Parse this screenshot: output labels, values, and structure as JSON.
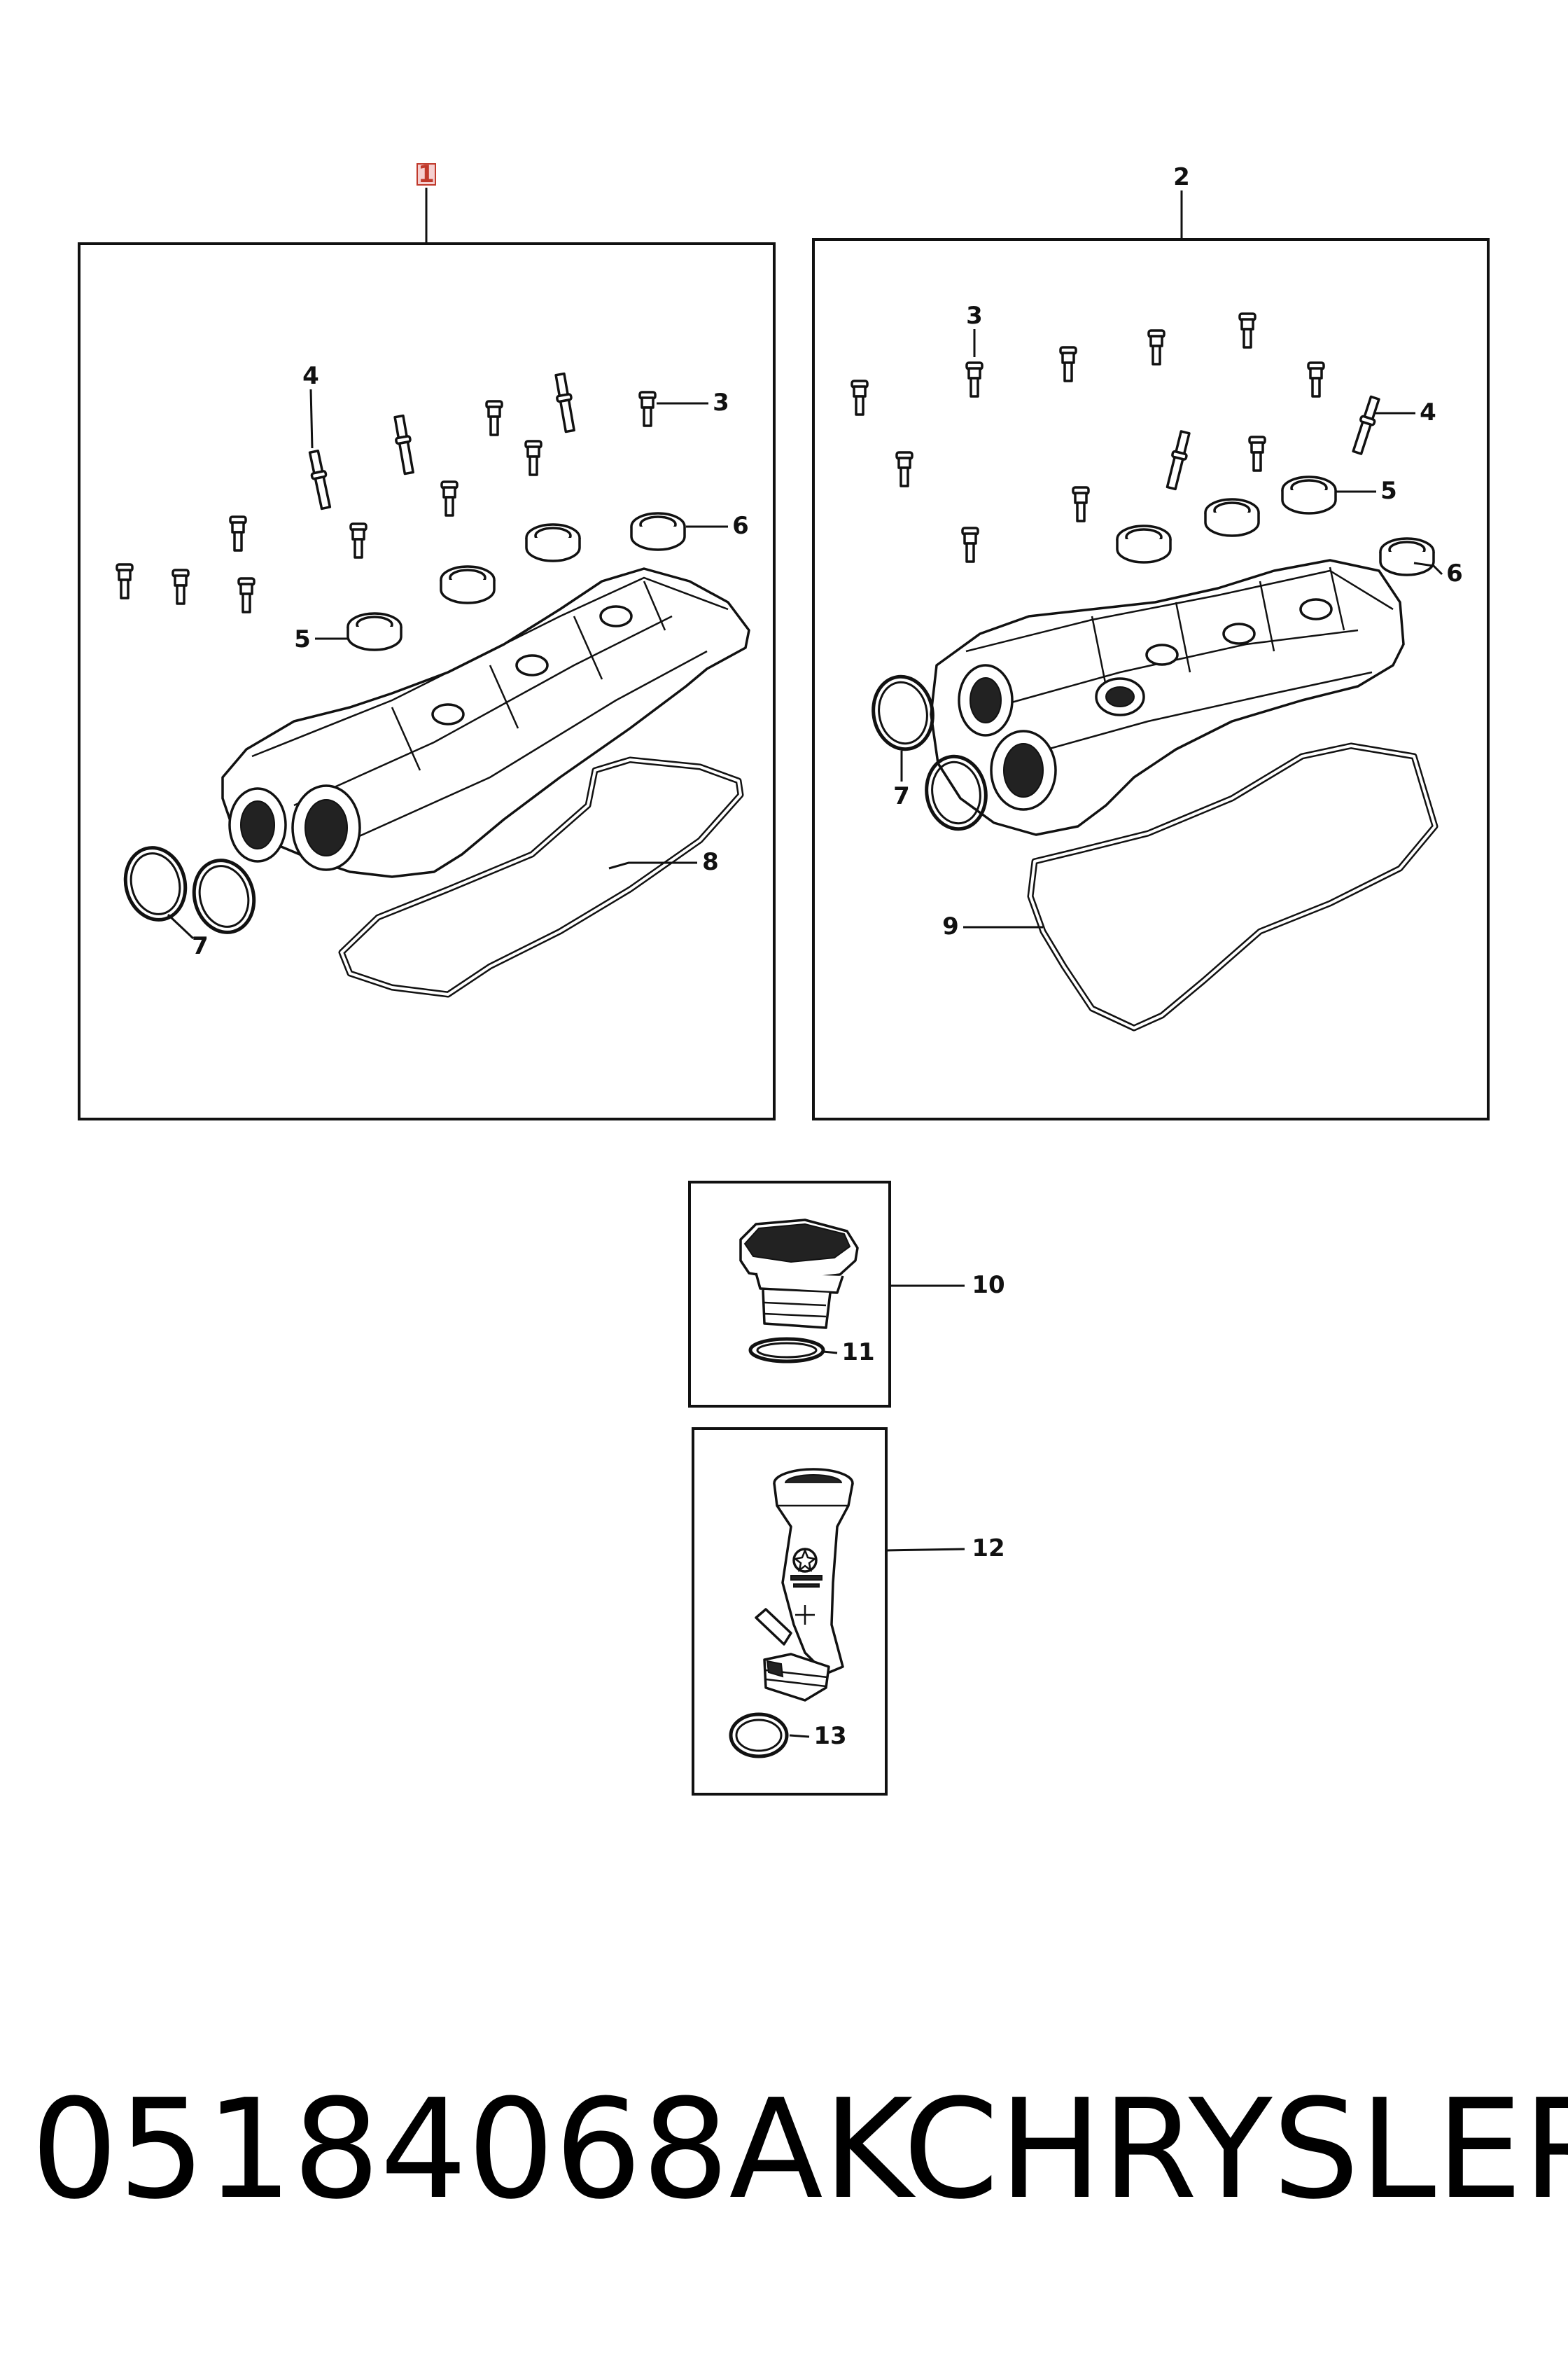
{
  "diagram": {
    "callouts": {
      "c1": "1",
      "c2": "2",
      "l3": "3",
      "l4": "4",
      "l5": "5",
      "l6": "6",
      "l7": "7",
      "l8": "8",
      "r3": "3",
      "r4": "4",
      "r5": "5",
      "r6": "6",
      "r7": "7",
      "r9": "9",
      "c10": "10",
      "c11": "11",
      "c12": "12",
      "c13": "13"
    },
    "highlight_color": "#c0392b"
  },
  "footer": {
    "part_number": "05184068AK",
    "brand": "CHRYSLER"
  }
}
